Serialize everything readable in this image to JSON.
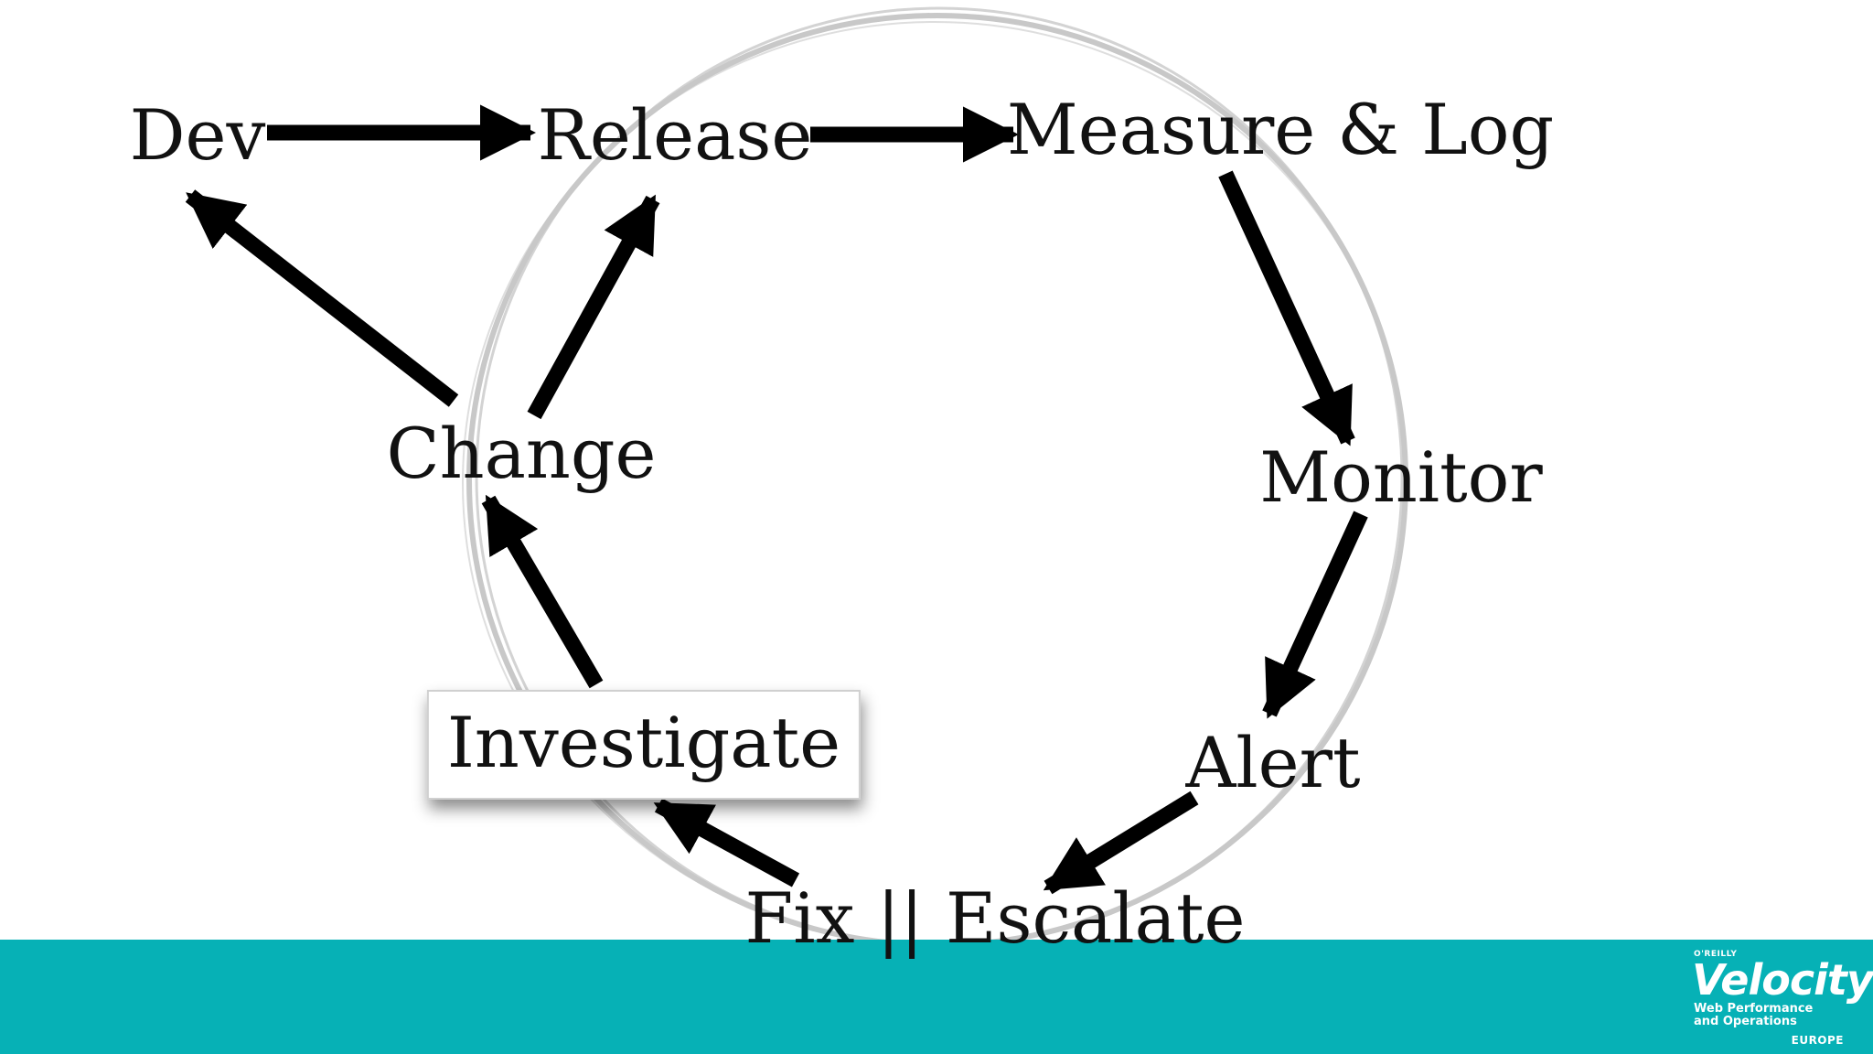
{
  "nodes": {
    "dev": "Dev",
    "release": "Release",
    "measure": "Measure & Log",
    "monitor": "Monitor",
    "alert": "Alert",
    "fix": "Fix || Escalate",
    "investigate": "Investigate",
    "change": "Change"
  },
  "colors": {
    "text": "#111111",
    "arrow": "#000000",
    "circle": "#c8c8c8",
    "footer": "#06b1b6",
    "logo_text": "#ffffff"
  },
  "logo": {
    "publisher": "O'REILLY",
    "brand": "Velocity",
    "tagline_1": "Web Performance",
    "tagline_2": "and Operations",
    "region": "EUROPE"
  }
}
